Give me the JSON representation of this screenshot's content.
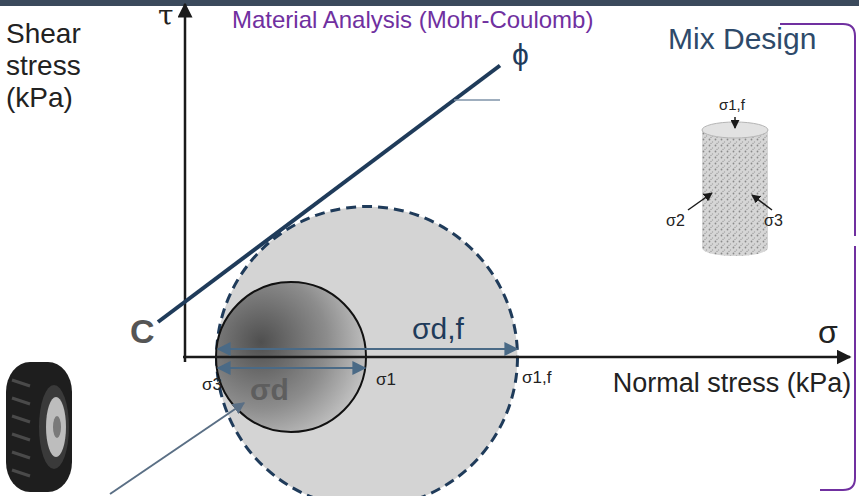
{
  "diagram": {
    "title": "Material Analysis (Mohr-Coulomb)",
    "nodes": [
      {
        "text": [
          "σd,f"
        ]
      },
      {
        "text": [
          "σd"
        ],
        "in": 0
      }
    ],
    "labels": [
      "Shear stress (kPa)",
      "τ",
      "ϕ",
      "Mix Design",
      "σ1,f",
      "σ2",
      "σ3",
      "C",
      "σ3",
      "σ1",
      "σ1,f",
      "σ",
      "Normal stress (kPa)"
    ]
  }
}
